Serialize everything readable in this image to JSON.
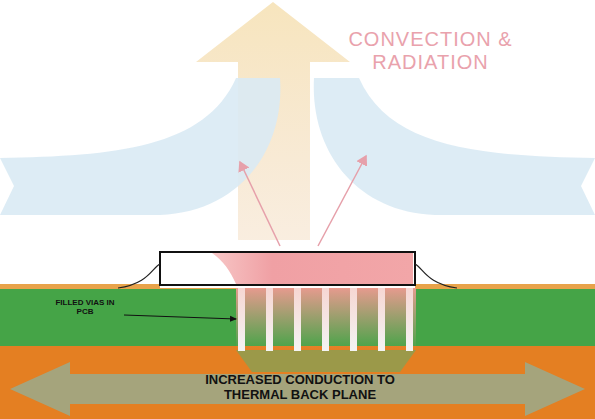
{
  "diagram": {
    "labels": [
      "CONVECTION & RADIATION",
      "FILLED VIAS IN PCB",
      "INCREASED CONDUCTION TO THERMAL BACK PLANE"
    ]
  }
}
